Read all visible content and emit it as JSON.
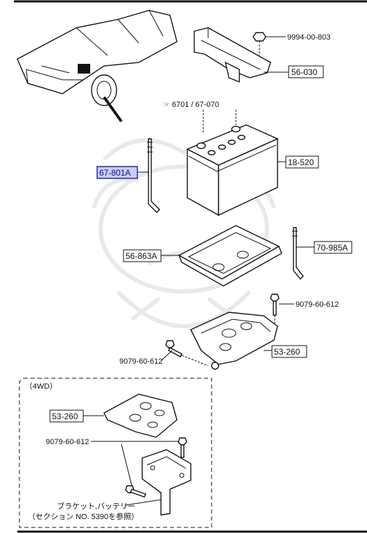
{
  "labels": {
    "nut_9994": "9994-00-803",
    "bracket_56030": "56-030",
    "battery_cover": "☞ 6701 / 67-070",
    "battery_18520": "18-520",
    "rod_67801a": "67-801A",
    "tray_56863a": "56-863A",
    "rod_70985a": "70-985A",
    "bolt_upper": "9079-60-612",
    "bracket_53260": "53-260",
    "bolt_left": "9079-60-612"
  },
  "inset": {
    "title": "（4WD）",
    "bracket": "53-260",
    "bolt": "9079-60-612",
    "note_line1": "ブラケット,バッテリー",
    "note_line2": "（セクション NO. 5390を参照）"
  },
  "colors": {
    "highlight_fill": "#c9cdf7",
    "highlight_stroke": "#1a1aa8",
    "ink": "#111111"
  }
}
